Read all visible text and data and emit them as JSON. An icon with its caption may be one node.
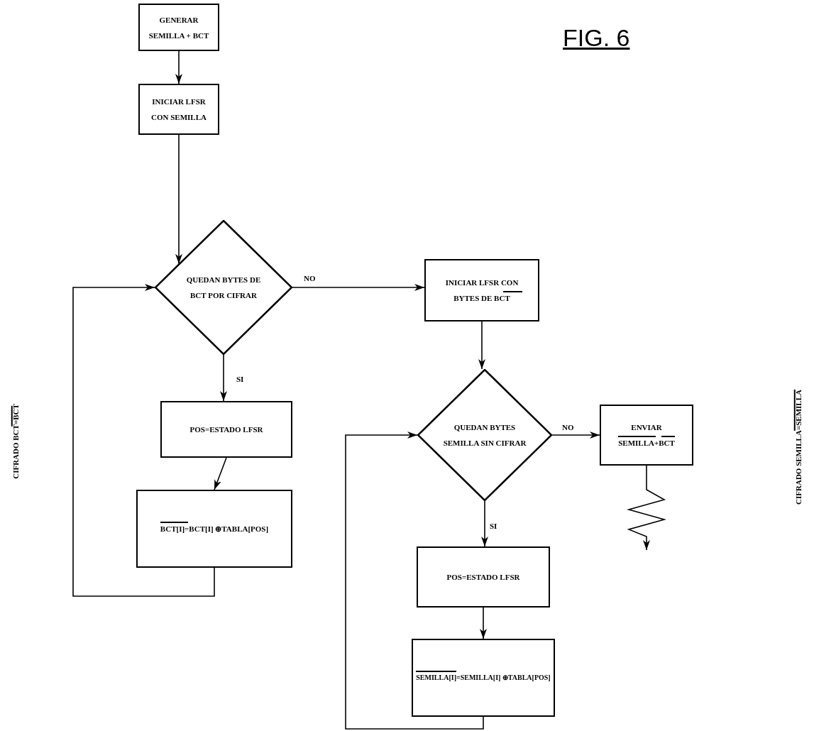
{
  "diagram": {
    "title": "FIG. 6",
    "nodes": [
      {
        "text": [
          "GENERAR SEMILLA + BCT"
        ]
      },
      {
        "text": [
          "INICIAR LFSR CON SEMILLA"
        ]
      },
      {
        "text": [
          "QUEDAN BYTES DE BCT POR CIFRAR"
        ]
      },
      {
        "text": [
          "INICIAR LFSR CON BYTES DE BCT"
        ]
      },
      {
        "text": [
          "QUEDAN BYTES SEMILLA SIN CIFRAR"
        ]
      },
      {
        "text": [
          "ENVIAR SEMILLA+BCT"
        ]
      },
      {
        "text": [
          "POS=ESTADO LFSR"
        ]
      },
      {
        "text": [
          "BCT[I]=BCT[I] ⊕TABLA[POS]"
        ]
      },
      {
        "text": [
          "POS=ESTADO LFSR"
        ]
      },
      {
        "text": [
          "SEMILLA[I]=SEMILLA[I] ⊕TABLA[POS]"
        ]
      }
    ],
    "edges": [
      {
        "from": 0,
        "to": 1,
        "arrow": "to"
      },
      {
        "from": 1,
        "to": 2,
        "arrow": "to"
      },
      {
        "from": 2,
        "to": 3,
        "arrow": "to",
        "label": "NO"
      },
      {
        "from": 2,
        "to": 6,
        "arrow": "to",
        "label": "SI"
      },
      {
        "from": 6,
        "to": 7,
        "arrow": "to"
      },
      {
        "from": 7,
        "to": 2,
        "arrow": "to"
      },
      {
        "from": 3,
        "to": 4,
        "arrow": "to"
      },
      {
        "from": 4,
        "to": 5,
        "arrow": "to",
        "label": "NO"
      },
      {
        "from": 4,
        "to": 8,
        "arrow": "to",
        "label": "SI"
      },
      {
        "from": 8,
        "to": 9,
        "arrow": "to"
      },
      {
        "from": 9,
        "to": 4,
        "arrow": "to"
      },
      {
        "from": 5,
        "to": null,
        "arrow": "to"
      }
    ],
    "labels": [
      "CIFRADO BCT=BCT",
      "CIFRADO SEMILLA=SEMILLA"
    ]
  }
}
